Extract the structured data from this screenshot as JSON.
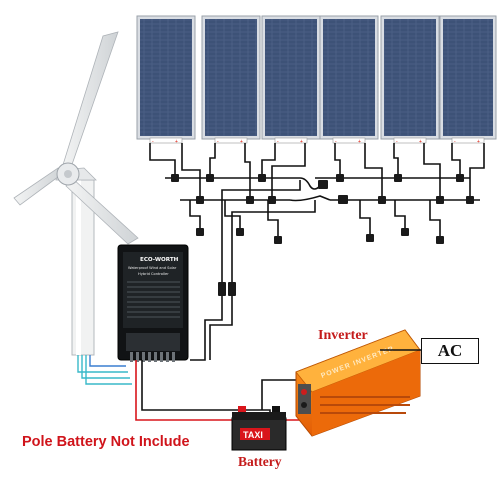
{
  "labels": {
    "inverter": "Inverter",
    "ac": "AC",
    "pole_note": "Pole Battery Not Include",
    "battery": "Battery"
  },
  "controller": {
    "title_line1": "ECO-WORTH",
    "title_line2": "Waterproof Wind and Solar",
    "title_line3": "Hybrid Controller"
  },
  "inverter_unit": {
    "brand_text": "POWER INVERTER"
  },
  "battery_unit": {
    "badge": "TAXI"
  },
  "panels": {
    "count": 6
  },
  "colors": {
    "panel_cell": "#4a5f84",
    "panel_frame": "#d9dde3",
    "inverter_body": "#f07d0e",
    "battery_red_wire": "#d9151b",
    "label_red": "#c41a1a",
    "pole_cyan": "#39b9c9"
  }
}
